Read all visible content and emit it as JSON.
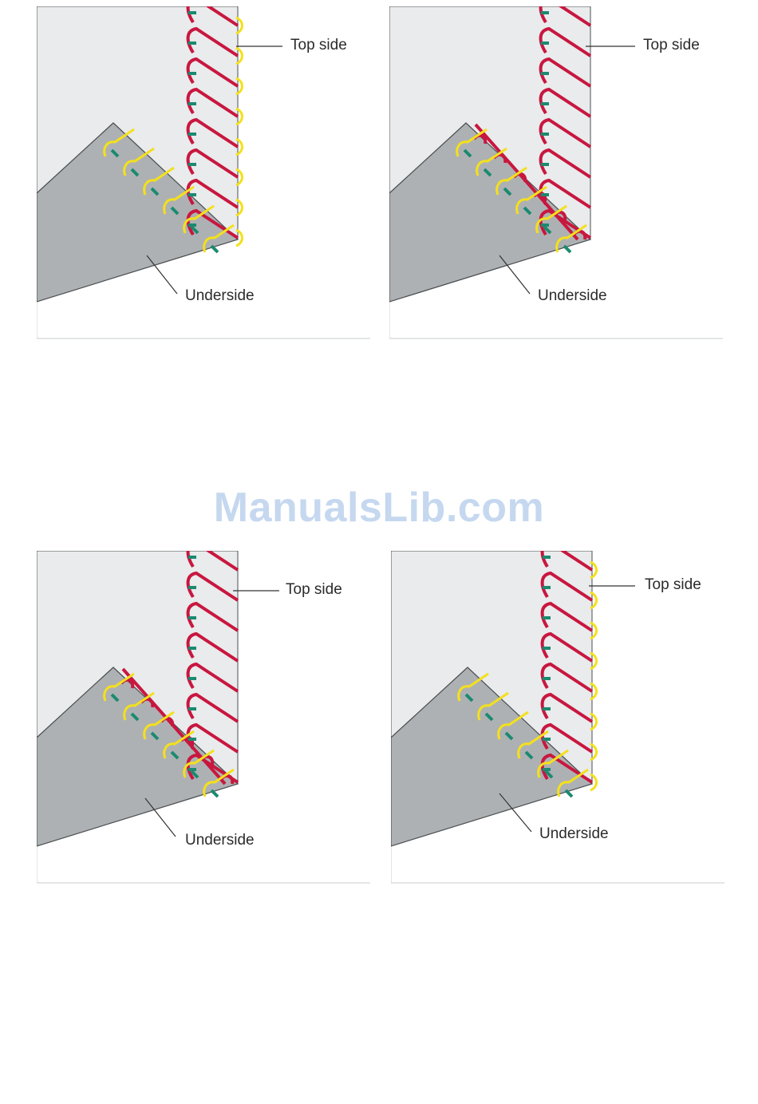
{
  "watermark": "ManualsLib.com",
  "colors": {
    "top_fabric": "#e9ebec",
    "under_fabric": "#aeb1b3",
    "needle_thread": "#c8173f",
    "looper_thread": "#f4e01c",
    "needle_green": "#1a8a70",
    "outline": "#4b4f51"
  },
  "panels": [
    {
      "top_label": "Top side",
      "under_label": "Underside"
    },
    {
      "top_label": "Top side",
      "under_label": "Underside"
    },
    {
      "top_label": "Top side",
      "under_label": "Underside"
    },
    {
      "top_label": "Top side",
      "under_label": "Underside"
    }
  ]
}
